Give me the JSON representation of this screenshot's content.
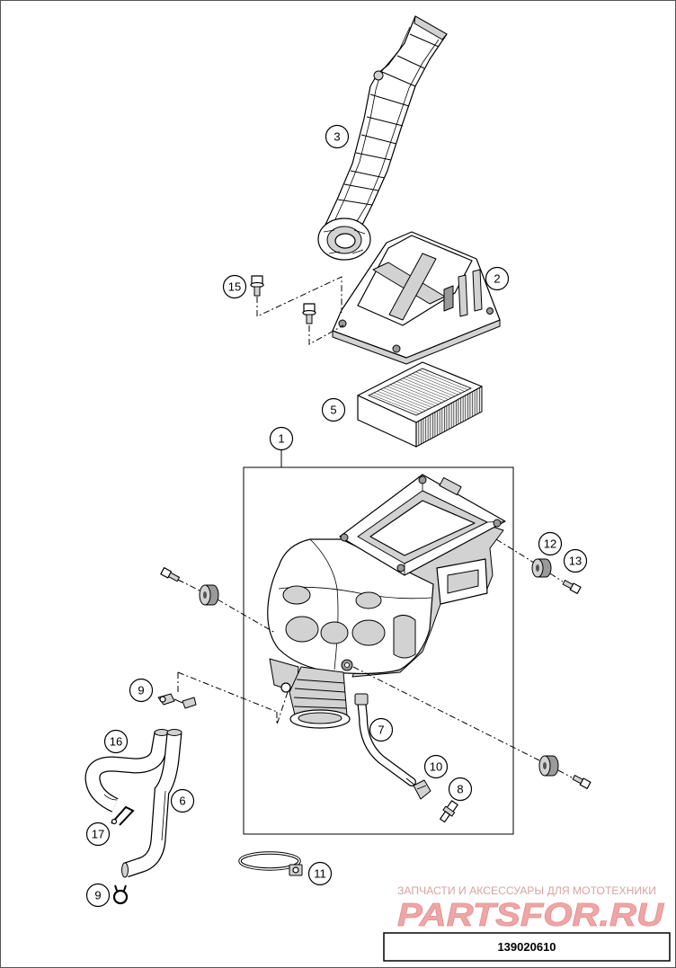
{
  "diagram": {
    "id": "139020610"
  },
  "callouts": [
    {
      "label": "3"
    },
    {
      "label": "2"
    },
    {
      "label": "15"
    },
    {
      "label": "5"
    },
    {
      "label": "1"
    },
    {
      "label": "12"
    },
    {
      "label": "13"
    },
    {
      "label": "9"
    },
    {
      "label": "7"
    },
    {
      "label": "16"
    },
    {
      "label": "10"
    },
    {
      "label": "8"
    },
    {
      "label": "6"
    },
    {
      "label": "17"
    },
    {
      "label": "11"
    },
    {
      "label": "9"
    }
  ],
  "watermark": {
    "tagline": "ЗАПЧАСТИ И АКСЕССУАРЫ ДЛЯ МОТОТЕХНИКИ",
    "logo": "PARTSFOR.RU"
  },
  "colors": {
    "ink": "#000000",
    "shade": "#d2d2d2",
    "watermark": "#eea6a6"
  }
}
